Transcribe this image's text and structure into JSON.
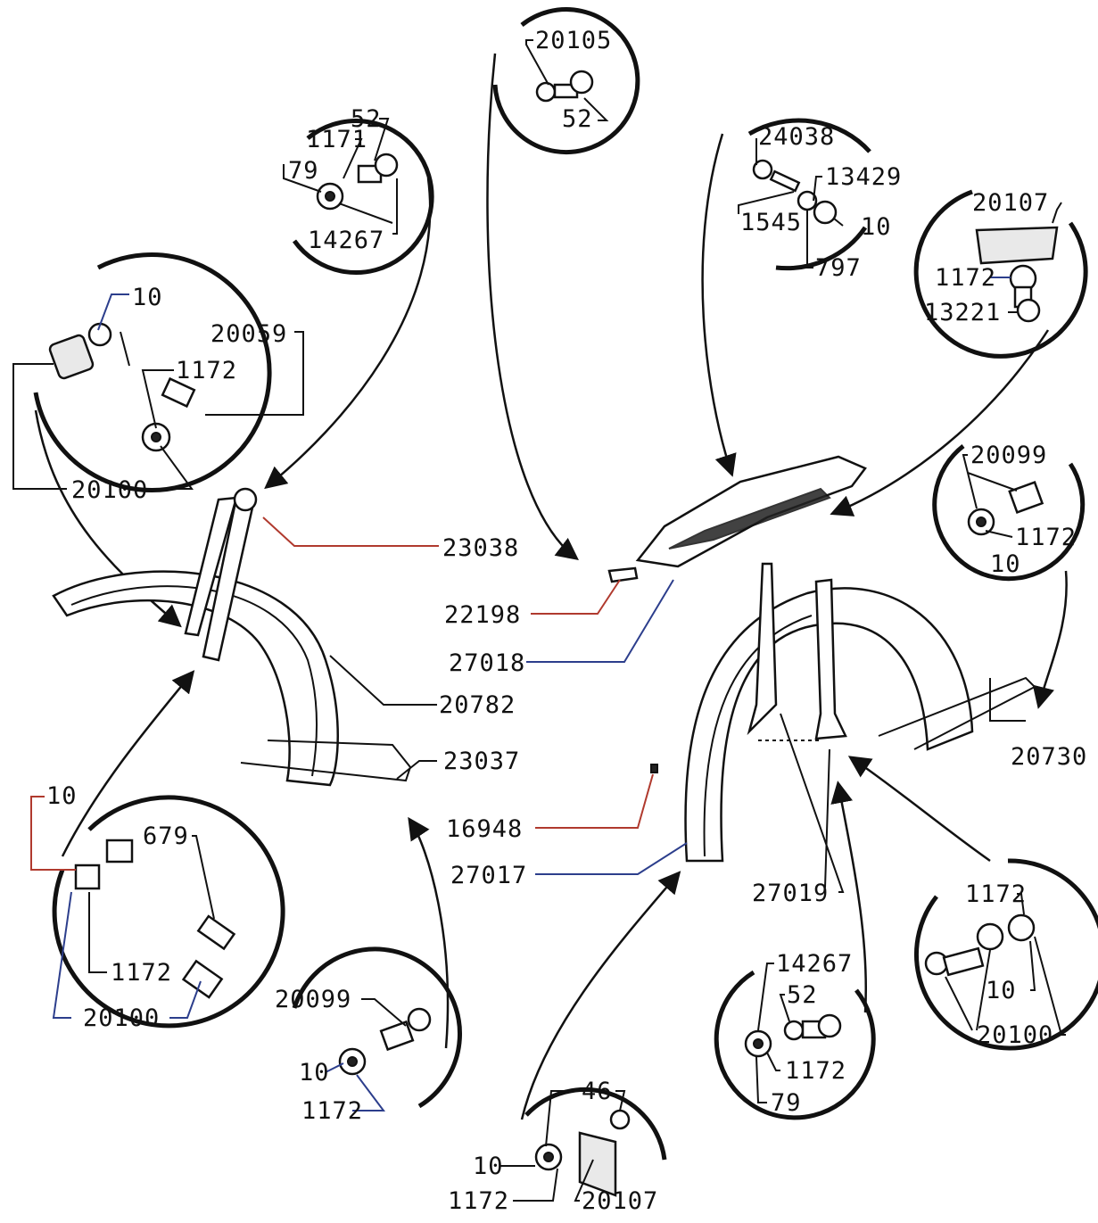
{
  "labels": {
    "c_top_20105": "20105",
    "c_top_52": "52",
    "c_a_52": "52",
    "c_a_1171": "1171",
    "c_a_79": "79",
    "c_a_14267": "14267",
    "c_b_10": "10",
    "c_b_20059": "20059",
    "c_b_1172": "1172",
    "c_b_20100": "20100",
    "main_23038": "23038",
    "main_22198": "22198",
    "main_27018": "27018",
    "main_20782": "20782",
    "main_23037": "23037",
    "main_16948": "16948",
    "main_27017": "27017",
    "main_27019": "27019",
    "main_20730": "20730",
    "c_c_24038": "24038",
    "c_c_13429": "13429",
    "c_c_1545": "1545",
    "c_c_10": "10",
    "c_c_797": "797",
    "c_d_20107": "20107",
    "c_d_1172": "1172",
    "c_d_13221": "13221",
    "c_e_20099": "20099",
    "c_e_1172": "1172",
    "c_e_10": "10",
    "c_f_10": "10",
    "c_f_679": "679",
    "c_f_1172": "1172",
    "c_f_20100": "20100",
    "c_g_20099": "20099",
    "c_g_10": "10",
    "c_g_1172": "1172",
    "c_h_46": "46",
    "c_h_10": "10",
    "c_h_1172": "1172",
    "c_h_20107": "20107",
    "c_i_14267": "14267",
    "c_i_52": "52",
    "c_i_1172": "1172",
    "c_i_79": "79",
    "c_j_1172": "1172",
    "c_j_10": "10",
    "c_j_20100": "20100"
  },
  "colors": {
    "line": "#111111",
    "leader_red": "#b03a2e",
    "leader_blue": "#2c3e8c",
    "background": "#ffffff"
  }
}
